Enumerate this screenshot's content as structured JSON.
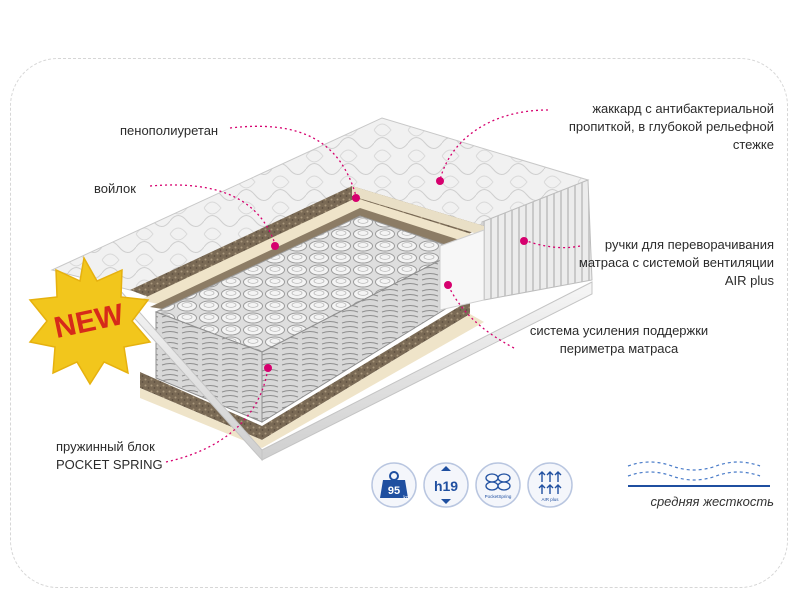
{
  "badge": {
    "text": "NEW",
    "color": "#f2c61c",
    "text_color": "#d62a1a"
  },
  "labels": {
    "foam": "пенополиуретан",
    "felt": "войлок",
    "jacquard": [
      "жаккард с антибактериальной",
      "пропиткой, в глубокой рельефной",
      "стежке"
    ],
    "handles": [
      "ручки для переворачивания",
      "матраса с системой вентиляции",
      "AIR plus"
    ],
    "perimeter": [
      "система усиления поддержки",
      "периметра матраса"
    ],
    "spring_block": [
      "пружинный блок",
      "POCKET SPRING"
    ]
  },
  "icons": [
    {
      "name": "weight-limit-icon",
      "value": "95",
      "unit": "kg"
    },
    {
      "name": "height-icon",
      "value": "h19"
    },
    {
      "name": "pocket-spring-icon",
      "caption": "PocketSpring"
    },
    {
      "name": "air-plus-icon",
      "caption": "AIR plus"
    }
  ],
  "firmness": {
    "label": "средняя жесткость"
  },
  "colors": {
    "accent": "#d6006e",
    "icon_blue": "#1f4fa0",
    "frame": "#d6d6d6"
  }
}
